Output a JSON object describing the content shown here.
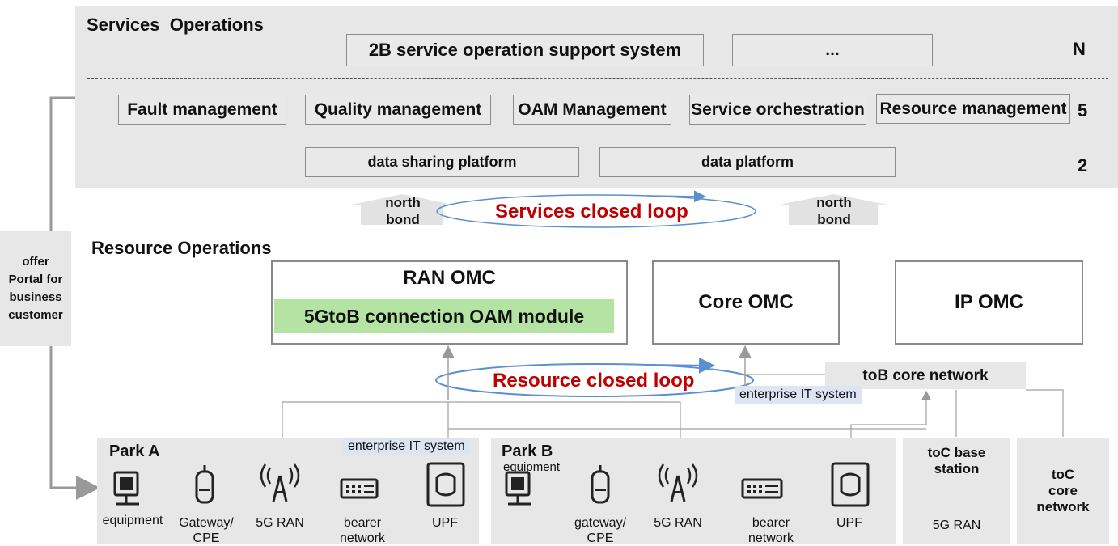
{
  "services": {
    "title": "Services  Operations",
    "top_row": [
      "2B service operation support system",
      "..."
    ],
    "top_count": "N",
    "mid_row": [
      "Fault management",
      "Quality management",
      "OAM Management",
      "Service orchestration",
      "Resource management"
    ],
    "mid_count": "5",
    "bottom_row": [
      "data sharing platform",
      "data platform"
    ],
    "bottom_count": "2"
  },
  "north_bond_left": "north\nbond",
  "north_bond_right": "north\nbond",
  "services_loop": "Services closed loop",
  "offer_portal": "offer\nPortal for\nbusiness\ncustomer",
  "resource": {
    "title": "Resource Operations",
    "ran_omc": "RAN OMC",
    "ran_module": "5GtoB connection OAM module",
    "core_omc": "Core OMC",
    "ip_omc": "IP OMC"
  },
  "resource_loop": "Resource closed loop",
  "tob_core": "toB core network",
  "enterprise_it_top": "enterprise IT system",
  "park_a": {
    "title": "Park A",
    "enterprise_it": "enterprise IT system",
    "labels": [
      "equipment",
      "Gateway/\nCPE",
      "5G RAN",
      "bearer\nnetwork",
      "UPF"
    ]
  },
  "park_b": {
    "title": "Park B",
    "equipment_top": "equipment",
    "labels": [
      "gateway/\nCPE",
      "5G RAN",
      "bearer\nnetwork",
      "UPF"
    ]
  },
  "toc_base": {
    "title": "toC base\nstation",
    "label": "5G RAN"
  },
  "toc_core": "toC\ncore\nnetwork",
  "colors": {
    "accent_red": "#c00000",
    "loop_blue": "#5b8fd0",
    "module_green": "#b5e3a4"
  }
}
